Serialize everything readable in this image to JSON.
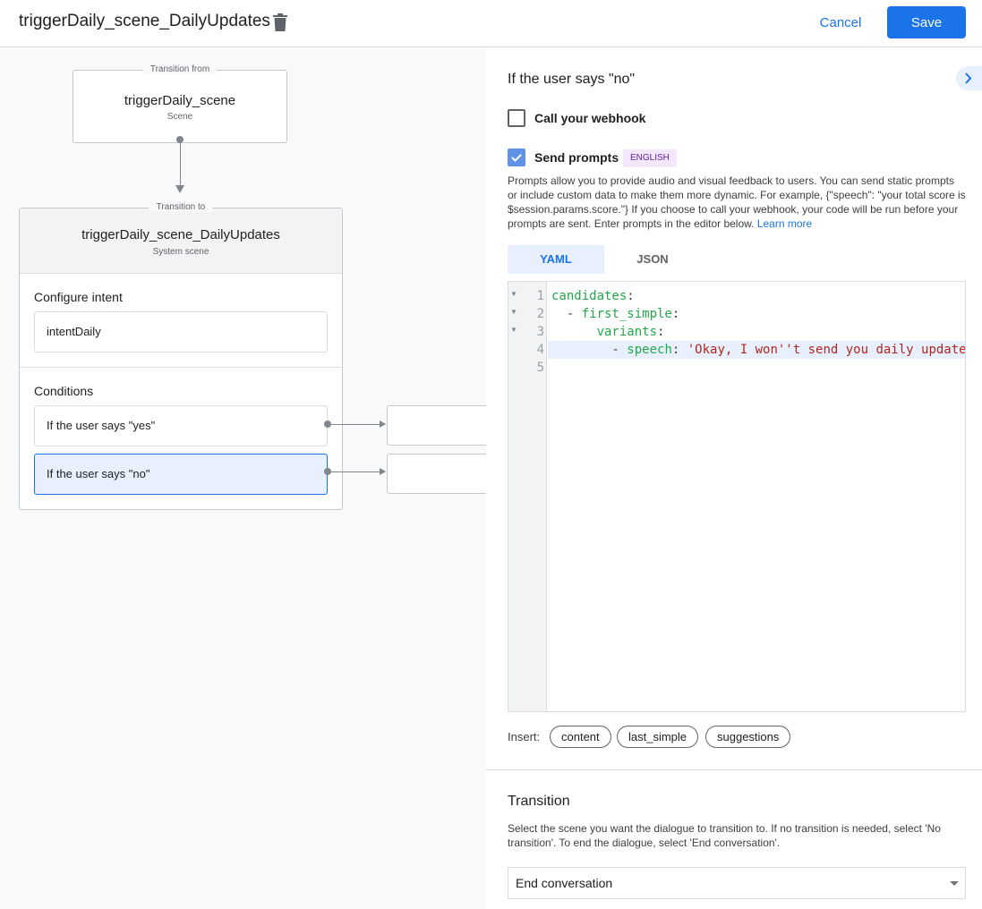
{
  "header": {
    "title": "triggerDaily_scene_DailyUpdates",
    "cancel_label": "Cancel",
    "save_label": "Save"
  },
  "canvas": {
    "from": {
      "legend": "Transition from",
      "name": "triggerDaily_scene",
      "type": "Scene"
    },
    "to": {
      "legend": "Transition to",
      "name": "triggerDaily_scene_DailyUpdates",
      "type": "System scene",
      "intent_heading": "Configure intent",
      "intent": "intentDaily",
      "conditions_heading": "Conditions",
      "conditions": [
        {
          "label": "If the user says \"yes\"",
          "selected": false
        },
        {
          "label": "If the user says \"no\"",
          "selected": true
        }
      ]
    }
  },
  "panel": {
    "heading": "If the user says \"no\"",
    "webhook": {
      "label": "Call your webhook",
      "checked": false
    },
    "prompts": {
      "label": "Send prompts",
      "checked": true,
      "badge": "ENGLISH",
      "description": "Prompts allow you to provide audio and visual feedback to users. You can send static prompts or include custom data to make them more dynamic. For example, {\"speech\": \"your total score is $session.params.score.\"} If you choose to call your webhook, your code will be run before your prompts are sent. Enter prompts in the editor below.",
      "learn_more": "Learn more"
    },
    "tabs": [
      {
        "label": "YAML",
        "active": true
      },
      {
        "label": "JSON",
        "active": false
      }
    ],
    "editor": {
      "lines": [
        {
          "num": "1",
          "indent": "",
          "key": "candidates",
          "sep": ":",
          "value": ""
        },
        {
          "num": "2",
          "indent": "  - ",
          "key": "first_simple",
          "sep": ":",
          "value": ""
        },
        {
          "num": "3",
          "indent": "      ",
          "key": "variants",
          "sep": ":",
          "value": ""
        },
        {
          "num": "4",
          "indent": "        - ",
          "key": "speech",
          "sep": ": ",
          "value": "'Okay, I won''t send you daily update"
        },
        {
          "num": "5",
          "indent": "",
          "key": "",
          "sep": "",
          "value": ""
        }
      ],
      "active_line": 4
    },
    "insert": {
      "label": "Insert:",
      "chips": [
        "content",
        "last_simple",
        "suggestions"
      ]
    },
    "transition": {
      "heading": "Transition",
      "description": "Select the scene you want the dialogue to transition to. If no transition is needed, select 'No transition'. To end the dialogue, select 'End conversation'.",
      "selected": "End conversation"
    }
  },
  "colors": {
    "accent": "#1a73e8",
    "selected_bg": "#e8f0fe",
    "badge_bg": "#f3e8fd",
    "badge_fg": "#681da8",
    "code_key": "#22a84a",
    "code_string": "#b3261e"
  }
}
